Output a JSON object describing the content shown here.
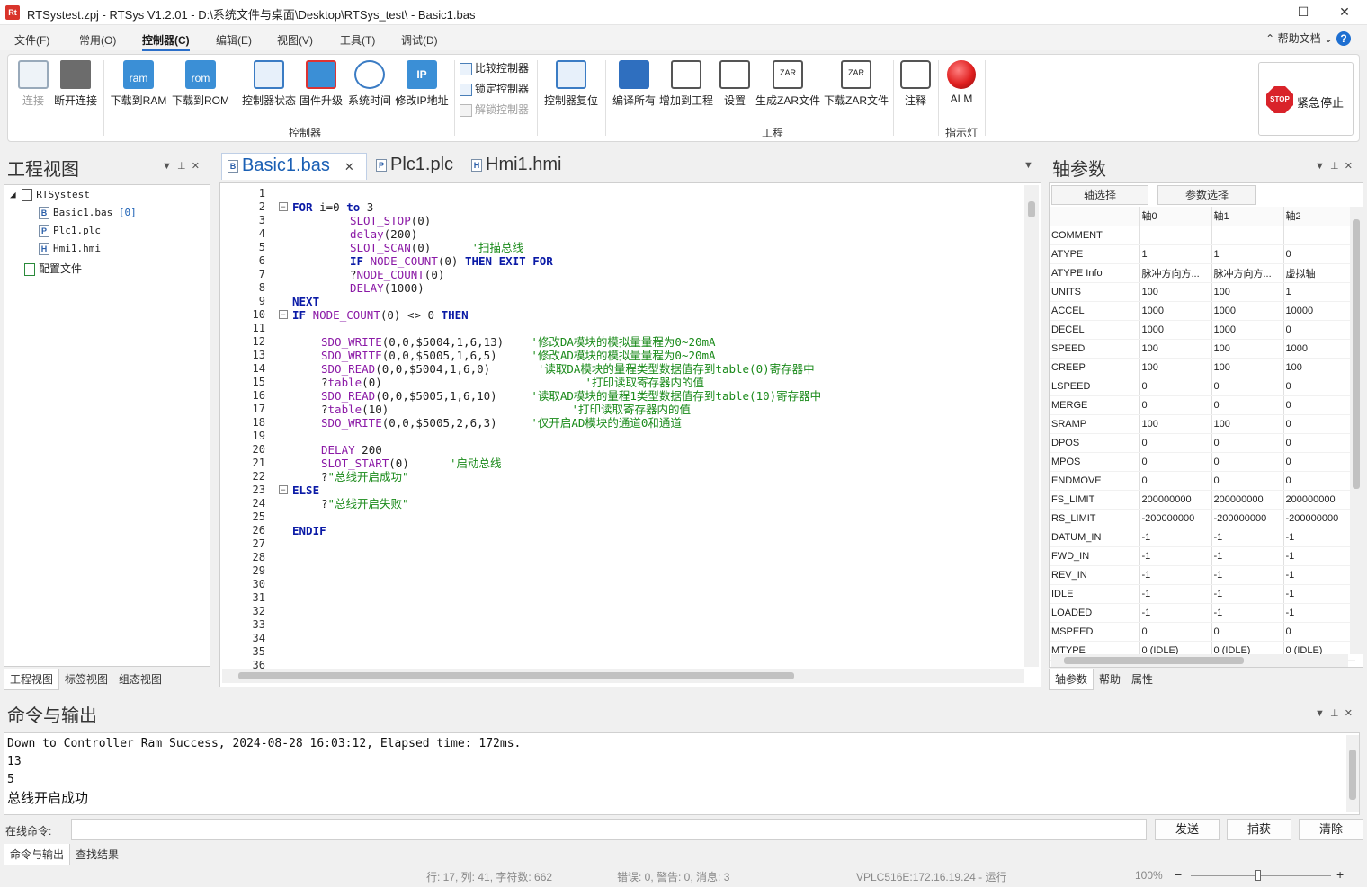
{
  "window": {
    "title": "RTSystest.zpj - RTSys V1.2.01 - D:\\系统文件与桌面\\Desktop\\RTSys_test\\ - Basic1.bas",
    "logo": "Rt",
    "controls": [
      "—",
      "☐",
      "✕"
    ]
  },
  "menubar": {
    "items": [
      "文件(F)",
      "常用(O)",
      "控制器(C)",
      "编辑(E)",
      "视图(V)",
      "工具(T)",
      "调试(D)"
    ],
    "help_doc": "帮助文档",
    "help_prefix": "⌃",
    "help_suffix": "⌄"
  },
  "ribbon": {
    "connect": "连接",
    "disconnect": "断开连接",
    "download_ram": "下载到RAM",
    "download_rom": "下载到ROM",
    "ram_tag": "ram",
    "rom_tag": "rom",
    "controller_status": "控制器状态",
    "firmware_upgrade": "固件升级",
    "system_time": "系统时间",
    "modify_ip": "修改IP地址",
    "compare_controller": "比较控制器",
    "lock_controller": "锁定控制器",
    "unlock_controller": "解锁控制器",
    "controller_reset": "控制器复位",
    "group_controller": "控制器",
    "compile_all": "编译所有",
    "add_to_project": "增加到工程",
    "settings": "设置",
    "gen_zar": "生成ZAR文件",
    "download_zar": "下载ZAR文件",
    "zar_tag": "ZAR",
    "annotate": "注释",
    "group_project": "工程",
    "alm": "ALM",
    "group_indicator": "指示灯",
    "emergency_stop": "紧急停止",
    "stop_tag": "STOP"
  },
  "project_view": {
    "title": "工程视图",
    "root": "RTSystest",
    "files": [
      {
        "name": "Basic1.bas",
        "badge": "[0]",
        "icon": "B"
      },
      {
        "name": "Plc1.plc",
        "badge": "",
        "icon": "P"
      },
      {
        "name": "Hmi1.hmi",
        "badge": "",
        "icon": "H"
      }
    ],
    "config": "配置文件",
    "tabs": [
      "工程视图",
      "标签视图",
      "组态视图"
    ]
  },
  "editor": {
    "tabs": [
      {
        "name": "Basic1.bas",
        "icon": "B"
      },
      {
        "name": "Plc1.plc",
        "icon": "P"
      },
      {
        "name": "Hmi1.hmi",
        "icon": "H"
      }
    ],
    "line_count": 36
  },
  "axis_params": {
    "title": "轴参数",
    "axis_select": "轴选择",
    "param_select": "参数选择",
    "columns": [
      "轴0",
      "轴1",
      "轴2"
    ],
    "rows": [
      {
        "name": "COMMENT",
        "v": [
          "",
          "",
          ""
        ]
      },
      {
        "name": "ATYPE",
        "v": [
          "1",
          "1",
          "0"
        ]
      },
      {
        "name": "ATYPE Info",
        "v": [
          "脉冲方向方...",
          "脉冲方向方...",
          "虚拟轴"
        ]
      },
      {
        "name": "UNITS",
        "v": [
          "100",
          "100",
          "1"
        ]
      },
      {
        "name": "ACCEL",
        "v": [
          "1000",
          "1000",
          "10000"
        ]
      },
      {
        "name": "DECEL",
        "v": [
          "1000",
          "1000",
          "0"
        ]
      },
      {
        "name": "SPEED",
        "v": [
          "100",
          "100",
          "1000"
        ]
      },
      {
        "name": "CREEP",
        "v": [
          "100",
          "100",
          "100"
        ]
      },
      {
        "name": "LSPEED",
        "v": [
          "0",
          "0",
          "0"
        ]
      },
      {
        "name": "MERGE",
        "v": [
          "0",
          "0",
          "0"
        ]
      },
      {
        "name": "SRAMP",
        "v": [
          "100",
          "100",
          "0"
        ]
      },
      {
        "name": "DPOS",
        "v": [
          "0",
          "0",
          "0"
        ]
      },
      {
        "name": "MPOS",
        "v": [
          "0",
          "0",
          "0"
        ]
      },
      {
        "name": "ENDMOVE",
        "v": [
          "0",
          "0",
          "0"
        ]
      },
      {
        "name": "FS_LIMIT",
        "v": [
          "200000000",
          "200000000",
          "200000000"
        ]
      },
      {
        "name": "RS_LIMIT",
        "v": [
          "-200000000",
          "-200000000",
          "-200000000"
        ]
      },
      {
        "name": "DATUM_IN",
        "v": [
          "-1",
          "-1",
          "-1"
        ]
      },
      {
        "name": "FWD_IN",
        "v": [
          "-1",
          "-1",
          "-1"
        ]
      },
      {
        "name": "REV_IN",
        "v": [
          "-1",
          "-1",
          "-1"
        ]
      },
      {
        "name": "IDLE",
        "v": [
          "-1",
          "-1",
          "-1"
        ]
      },
      {
        "name": "LOADED",
        "v": [
          "-1",
          "-1",
          "-1"
        ]
      },
      {
        "name": "MSPEED",
        "v": [
          "0",
          "0",
          "0"
        ]
      },
      {
        "name": "MTYPE",
        "v": [
          "0 (IDLE)",
          "0 (IDLE)",
          "0 (IDLE)"
        ]
      }
    ],
    "tabs": [
      "轴参数",
      "帮助",
      "属性"
    ]
  },
  "command_output": {
    "title": "命令与输出",
    "lines": [
      "Down to Controller Ram Success, 2024-08-28 16:03:12, Elapsed time: 172ms.",
      "13",
      "5",
      "总线开启成功"
    ],
    "online_cmd_label": "在线命令:",
    "send": "发送",
    "capture": "捕获",
    "clear": "清除",
    "tabs": [
      "命令与输出",
      "查找结果"
    ]
  },
  "statusbar": {
    "position": "行: 17, 列: 41, 字符数: 662",
    "messages": "错误: 0, 警告: 0, 消息: 3",
    "device": "VPLC516E:172.16.19.24 - 运行",
    "zoom": "100%",
    "zoom_level": 0.5
  },
  "colors": {
    "keyword": "#0a1aa6",
    "function": "#8b1aa6",
    "comment": "#1a8a1a",
    "accent": "#2a6ec9",
    "alarm": "#e02020"
  }
}
